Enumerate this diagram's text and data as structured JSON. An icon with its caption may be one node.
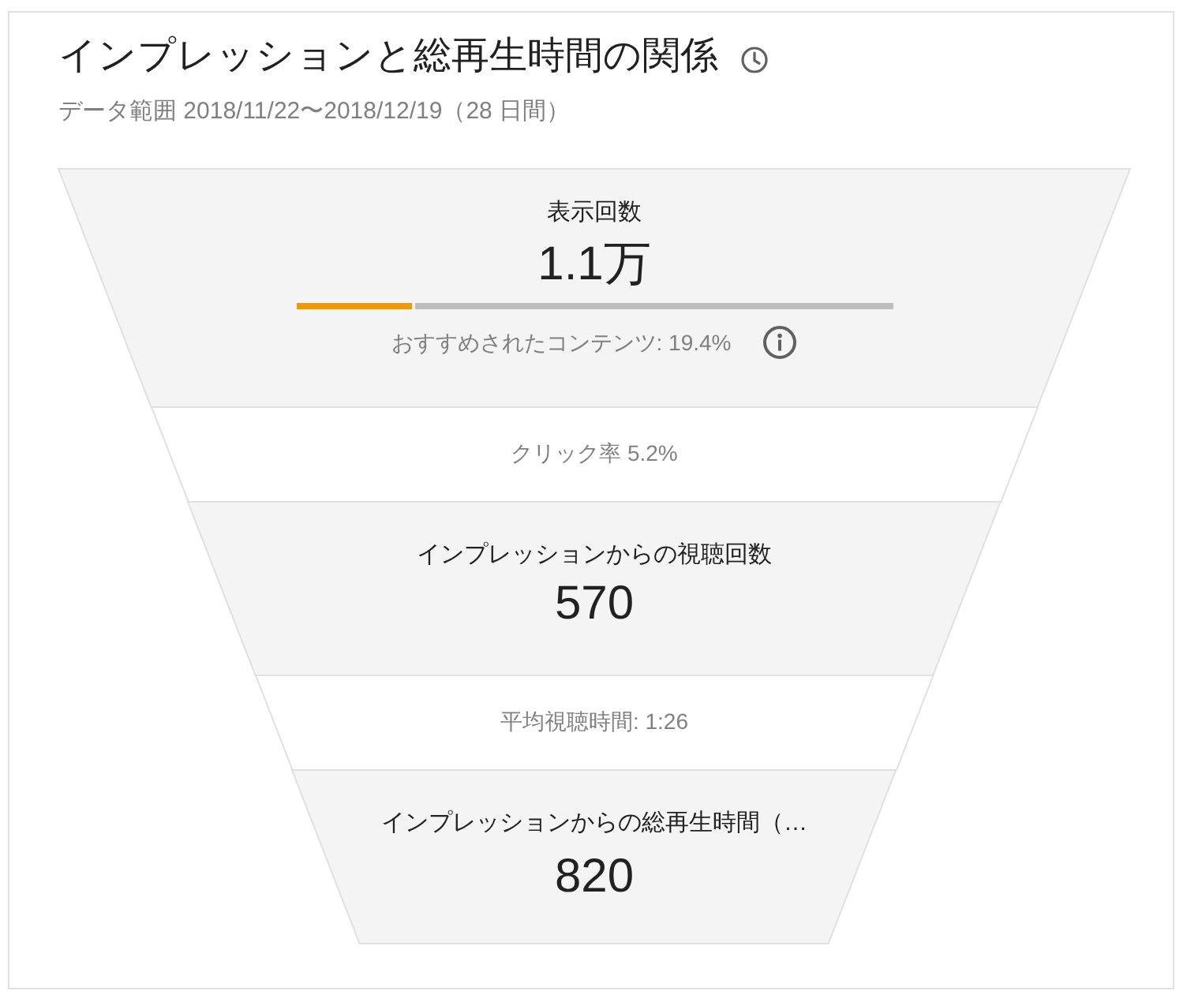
{
  "diagram": {
    "title": "インプレッションと総再生時間の関係",
    "nodes": [
      {
        "text": [
          "表示回数",
          "1.1万",
          "おすすめされたコンテンツ: 19.4%"
        ]
      },
      {
        "text": [
          "クリック率 5.2%"
        ]
      },
      {
        "text": [
          "インプレッションからの視聴回数",
          "570"
        ]
      },
      {
        "text": [
          "平均視聴時間: 1:26"
        ]
      },
      {
        "text": [
          "インプレッションからの総再生時間（…",
          "820"
        ]
      }
    ],
    "labels": [
      "データ範囲 2018/11/22〜2018/12/19（28 日間）"
    ]
  }
}
